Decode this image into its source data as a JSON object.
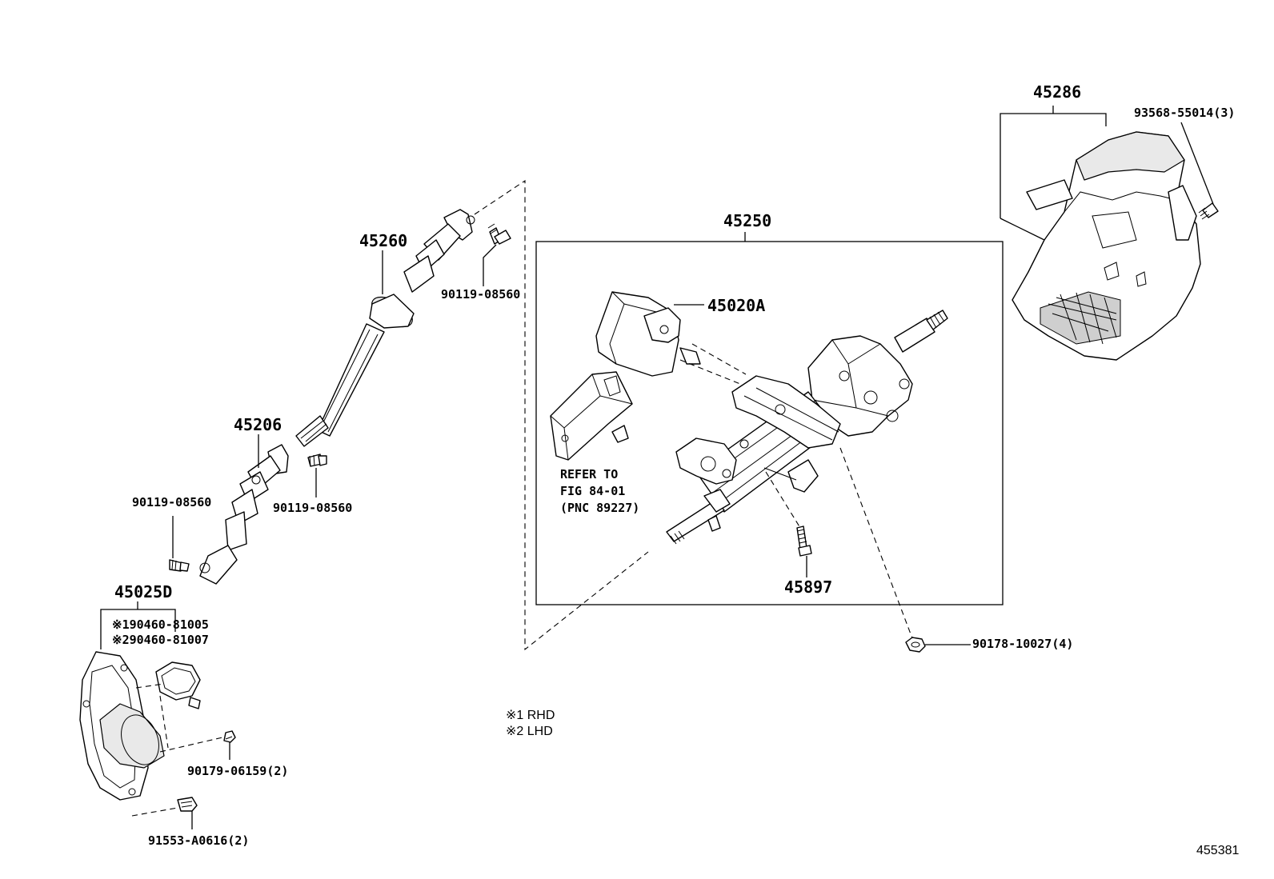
{
  "labels": {
    "l45286": "45286",
    "l93568": "93568-55014(3)",
    "l45250": "45250",
    "l45020a": "45020A",
    "l45260": "45260",
    "l90119_top": "90119-08560",
    "l45206": "45206",
    "l90119_mid": "90119-08560",
    "l90119_left": "90119-08560",
    "l45025d": "45025D",
    "l90460_81005": "※190460-81005",
    "l90460_81007": "※290460-81007",
    "l90179": "90179-06159(2)",
    "l91553": "91553-A0616(2)",
    "l45897": "45897",
    "l90178": "90178-10027(4)",
    "refer_line1": "REFER TO",
    "refer_line2": "FIG 84-01",
    "refer_line3": "(PNC 89227)"
  },
  "notes": {
    "rhd": "※1 RHD",
    "lhd": "※2 LHD"
  },
  "figure_code": "455381"
}
